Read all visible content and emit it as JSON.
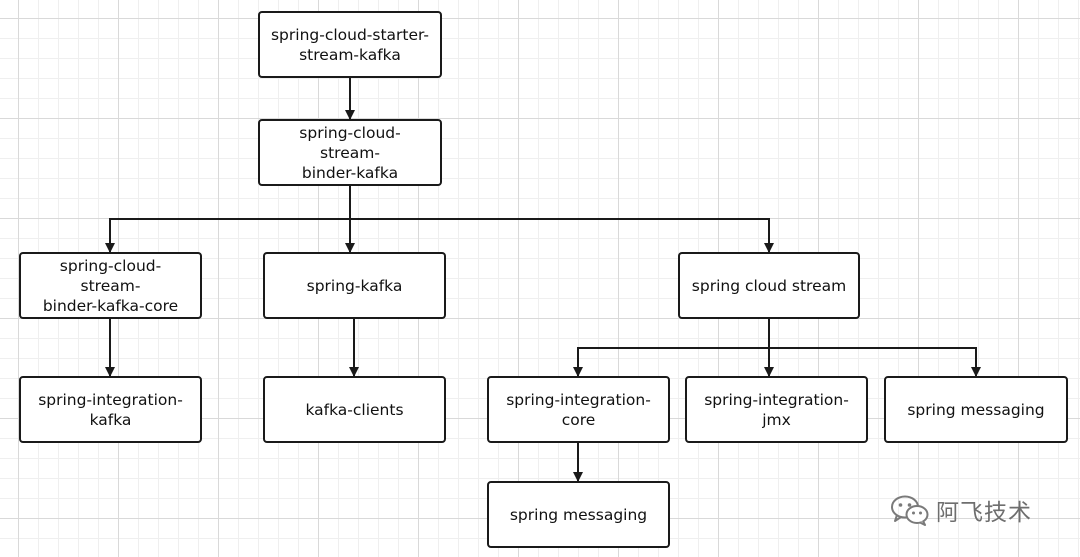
{
  "diagram": {
    "nodes": {
      "starter": "spring-cloud-starter-\nstream-kafka",
      "binder": "spring-cloud-stream-\nbinder-kafka",
      "binder_core": "spring-cloud-stream-\nbinder-kafka-core",
      "spring_kafka": "spring-kafka",
      "cloud_stream": "spring cloud stream",
      "integration_kafka": "spring-integration-\nkafka",
      "kafka_clients": "kafka-clients",
      "integration_core": "spring-integration-\ncore",
      "integration_jmx": "spring-integration-\njmx",
      "messaging_right": "spring messaging",
      "messaging_bottom": "spring messaging"
    },
    "edges": [
      [
        "starter",
        "binder"
      ],
      [
        "binder",
        "binder_core"
      ],
      [
        "binder",
        "spring_kafka"
      ],
      [
        "binder",
        "cloud_stream"
      ],
      [
        "binder_core",
        "integration_kafka"
      ],
      [
        "spring_kafka",
        "kafka_clients"
      ],
      [
        "cloud_stream",
        "integration_core"
      ],
      [
        "cloud_stream",
        "integration_jmx"
      ],
      [
        "cloud_stream",
        "messaging_right"
      ],
      [
        "integration_core",
        "messaging_bottom"
      ]
    ]
  },
  "watermark": {
    "icon": "wechat-icon",
    "text": "阿飞技术"
  }
}
